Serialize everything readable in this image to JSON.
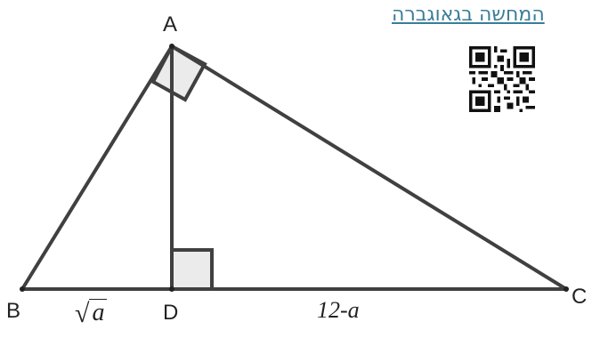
{
  "link": {
    "text": "המחשה בגאוגברה"
  },
  "points": {
    "A": "A",
    "B": "B",
    "C": "C",
    "D": "D"
  },
  "lengths": {
    "bd_radical": "√",
    "bd_radicand": "a",
    "dc": "12-a"
  },
  "qr": {
    "icon": "qr-code-icon"
  },
  "colors": {
    "stroke": "#404040",
    "fill": "#ebebeb",
    "link": "#3a7d99"
  }
}
